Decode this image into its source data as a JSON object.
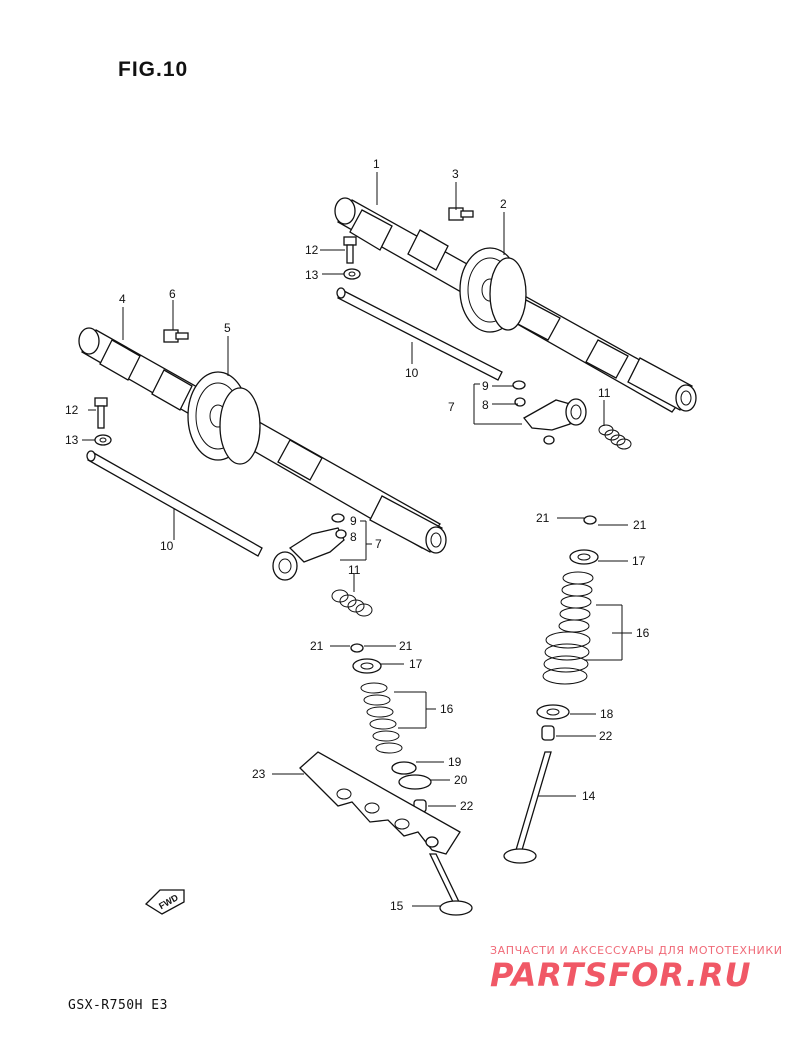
{
  "figure": {
    "title": "FIG.10",
    "model": "GSX-R750H E3"
  },
  "fwd_label": "FWD",
  "watermark": {
    "line1": "ЗАПЧАСТИ И АКСЕССУАРЫ ДЛЯ МОТОТЕХНИКИ",
    "line2": "PARTSFOR.RU"
  },
  "callouts": [
    "1",
    "2",
    "3",
    "4",
    "5",
    "6",
    "7",
    "8",
    "9",
    "10",
    "11",
    "12",
    "13",
    "14",
    "15",
    "16",
    "17",
    "18",
    "19",
    "20",
    "21",
    "22",
    "23"
  ],
  "colors": {
    "line": "#111111",
    "watermark": "#f05866"
  }
}
